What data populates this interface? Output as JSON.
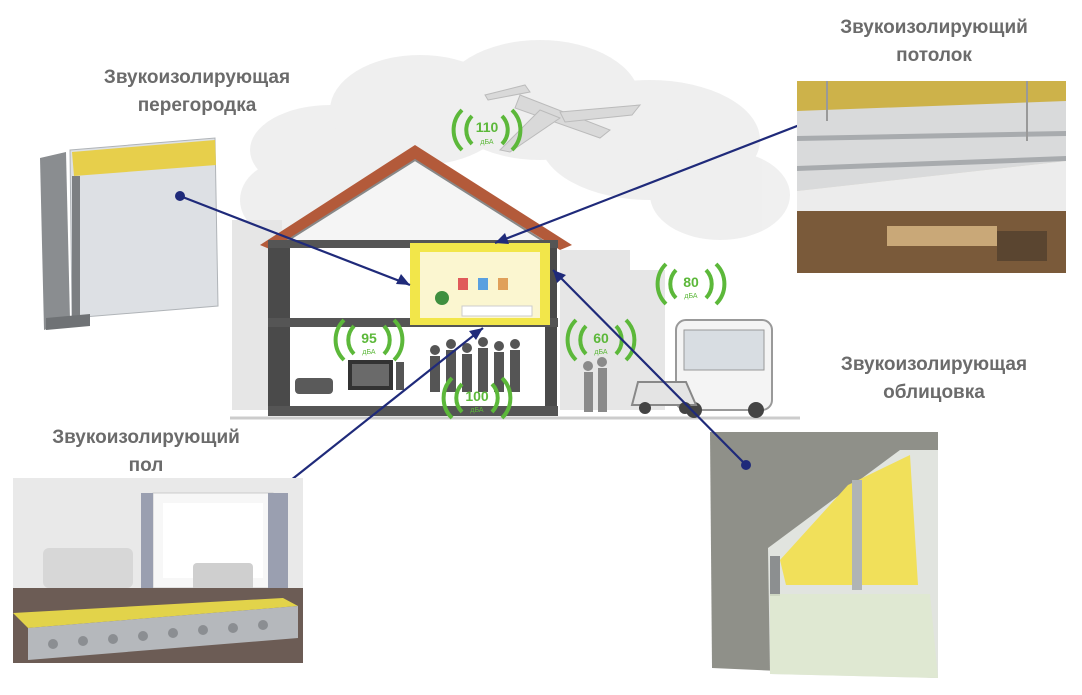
{
  "labels": {
    "partition": [
      "Звукоизолирующая",
      "перегородка"
    ],
    "ceiling": [
      "Звукоизолирующий",
      "потолок"
    ],
    "cladding": [
      "Звукоизолирующая",
      "облицовка"
    ],
    "floor": [
      "Звукоизолирующий",
      "пол"
    ]
  },
  "noise_badges": [
    {
      "value": "110",
      "unit": "дБА"
    },
    {
      "value": "95",
      "unit": "дБА"
    },
    {
      "value": "100",
      "unit": "дБА"
    },
    {
      "value": "60",
      "unit": "дБА"
    },
    {
      "value": "80",
      "unit": "дБА"
    }
  ],
  "colors": {
    "label": "#6b6b6b",
    "pointer": "#1f2a7a",
    "badge": "#5cb83a",
    "insulation": "#f2e64a",
    "roof": "#b35a3a"
  }
}
